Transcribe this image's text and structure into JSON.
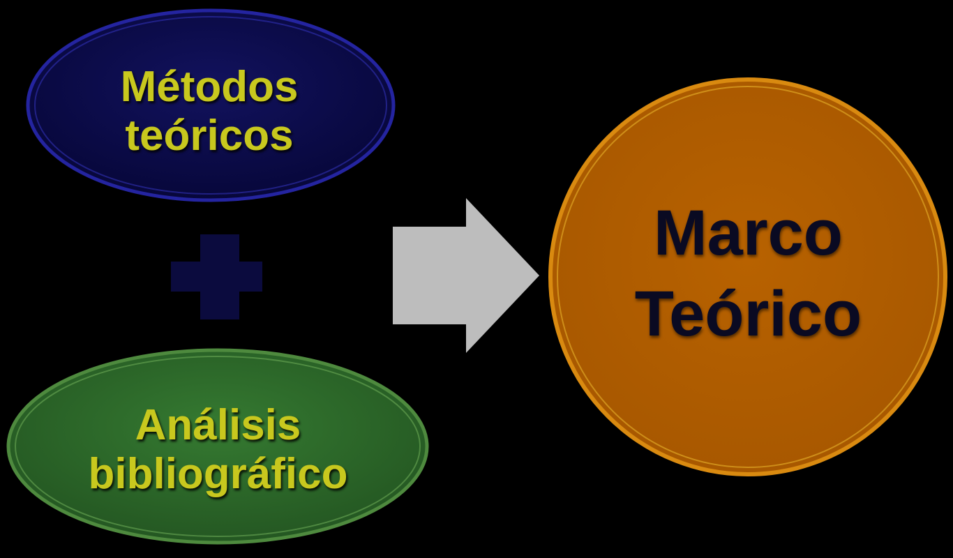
{
  "nodes": {
    "metodos": {
      "line1": "Métodos",
      "line2": "teóricos",
      "fill": "#0b0b4a",
      "border": "#2a2ab0",
      "text_color": "#c8c81e"
    },
    "analisis": {
      "line1": "Análisis",
      "line2": "bibliográfico",
      "fill": "#2f6b2b",
      "border": "#5c9a47",
      "text_color": "#c8c81e"
    },
    "marco": {
      "line1": "Marco",
      "line2": "Teórico",
      "fill": "#b35f00",
      "border": "#e0a21a",
      "text_color": "#0a0a22"
    }
  },
  "operators": {
    "plus": {
      "color": "#0b0b3e",
      "icon": "plus-icon"
    },
    "arrow": {
      "color": "#bdbdbd",
      "icon": "arrow-right-icon"
    }
  }
}
